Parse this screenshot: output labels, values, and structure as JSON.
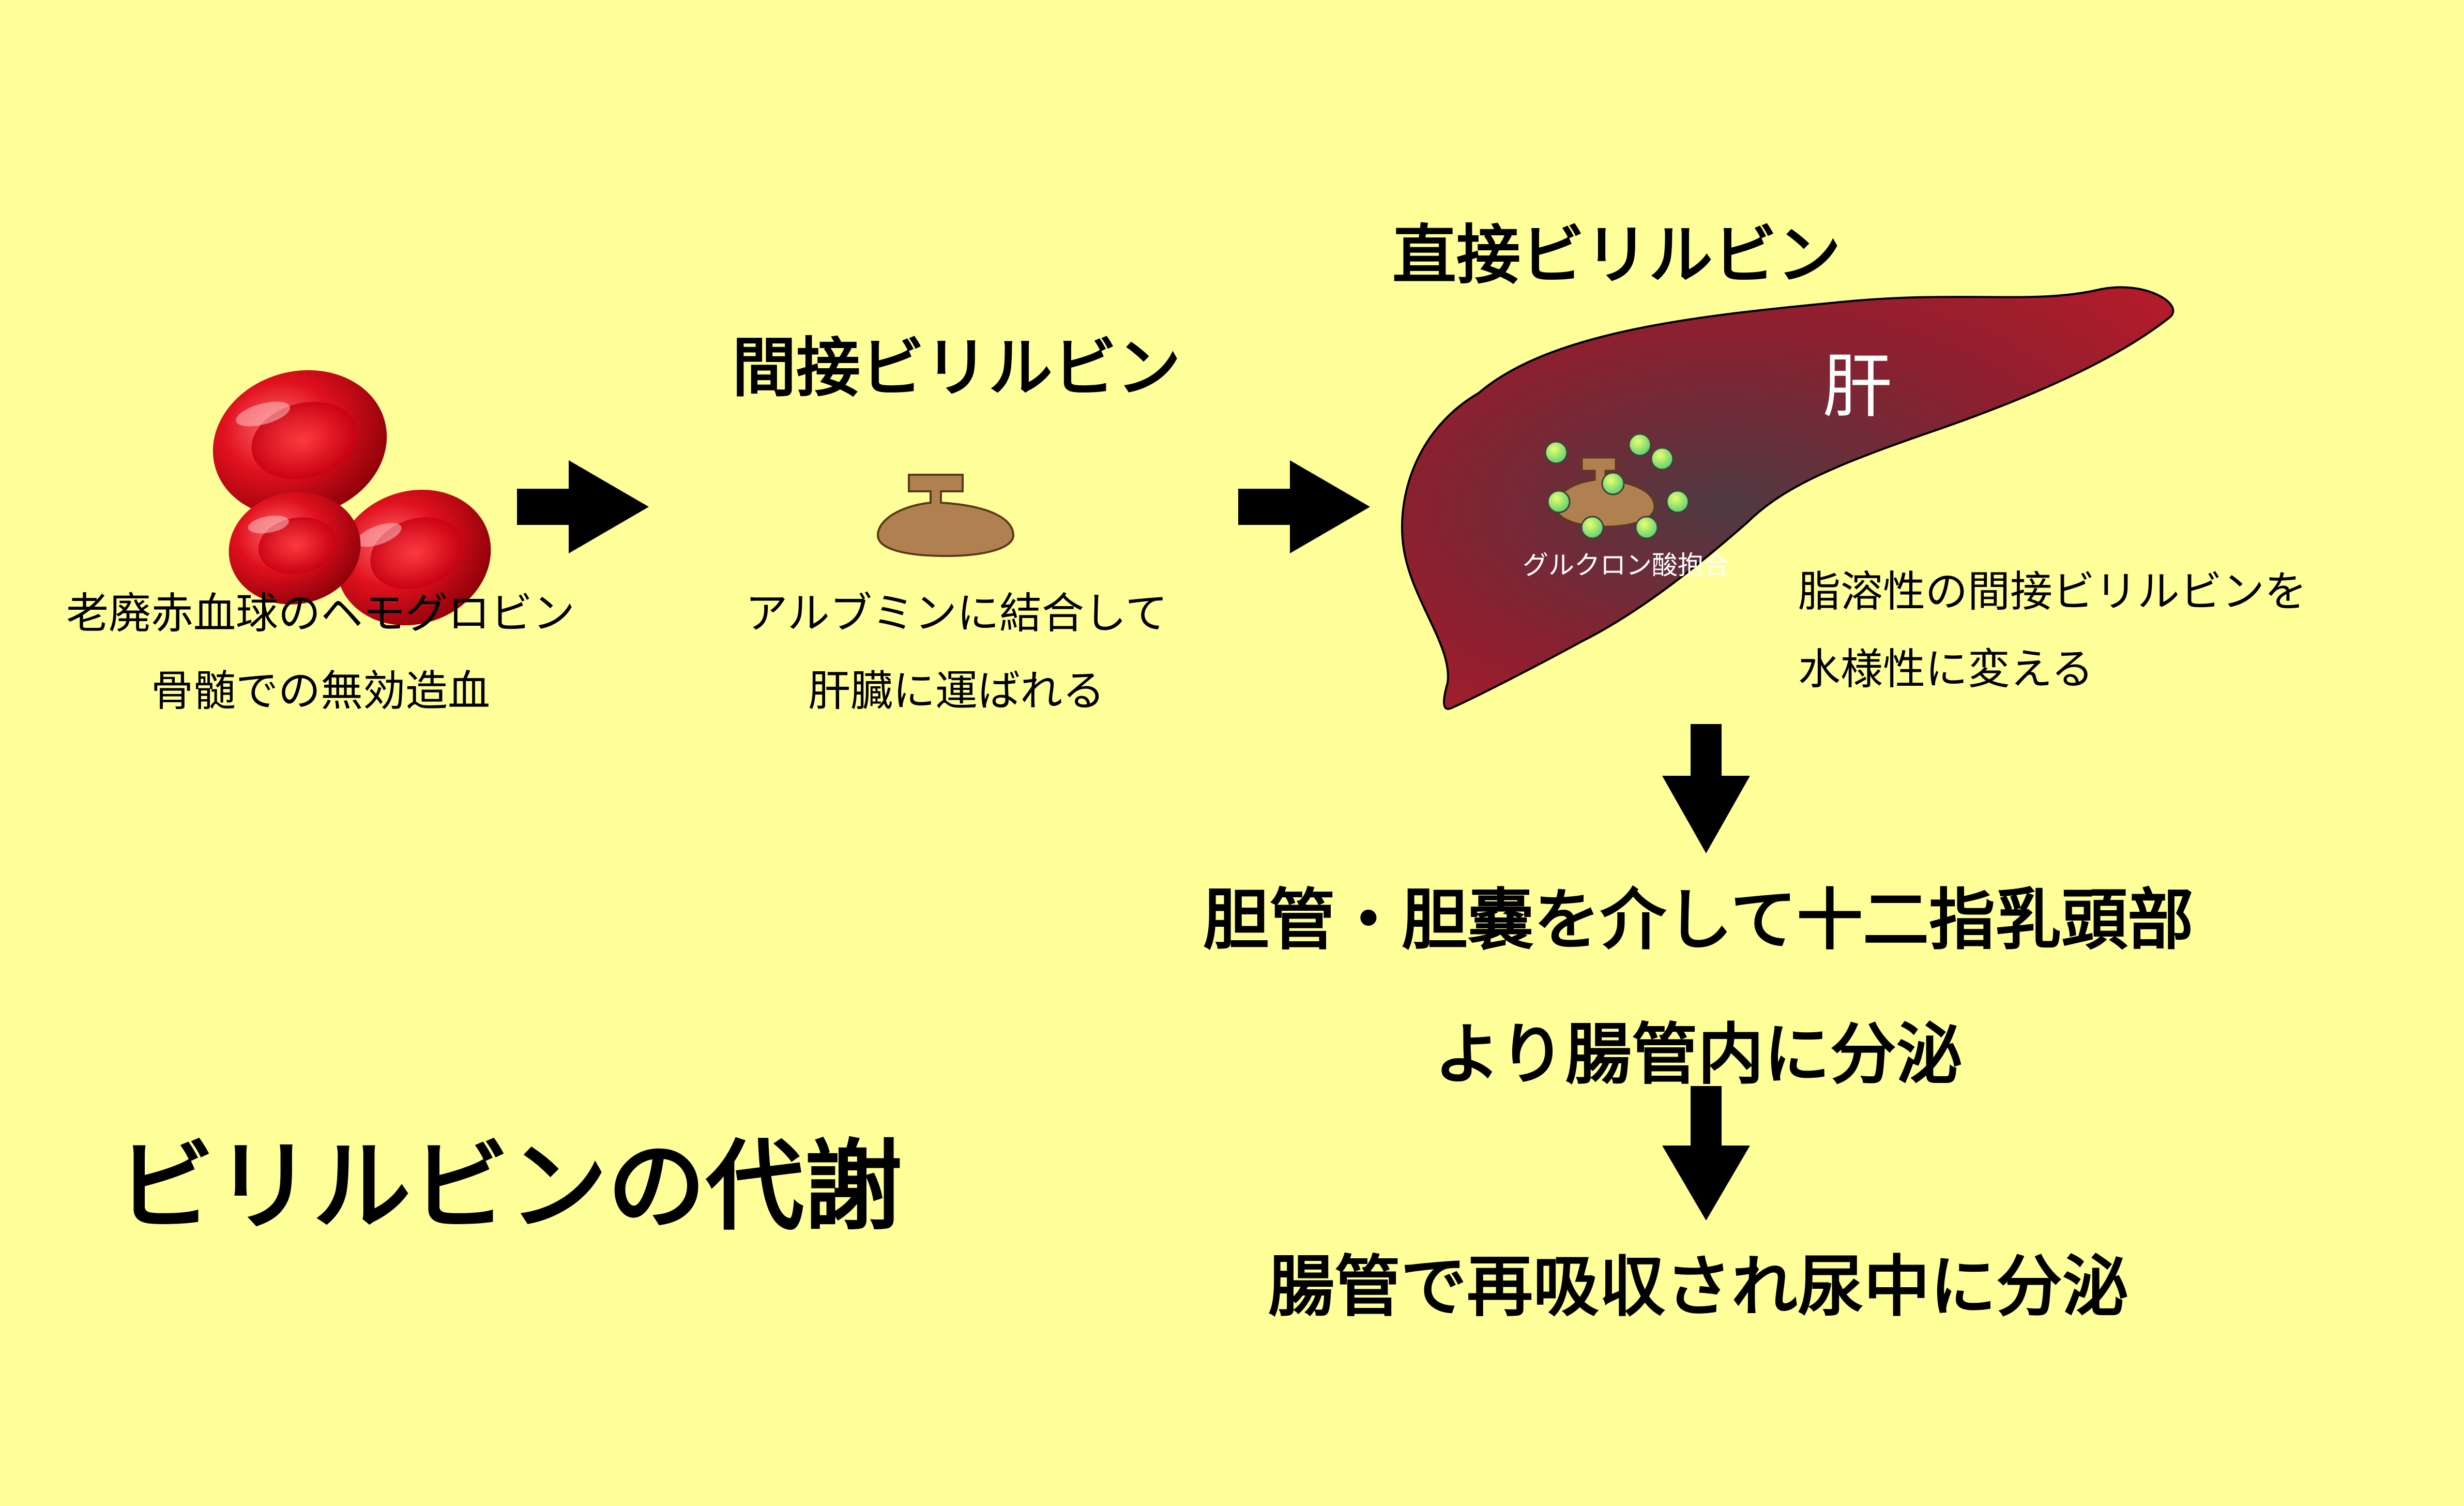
{
  "diagram": {
    "title": "ビリルビンの代謝",
    "step1": {
      "caption_line1": "老廃赤血球のヘモグロビン",
      "caption_line2": "骨髄での無効造血"
    },
    "step2": {
      "heading": "間接ビリルビン",
      "caption_line1": "アルブミンに結合して",
      "caption_line2": "肝臓に運ばれる"
    },
    "step3": {
      "heading": "直接ビリルビン",
      "organ_label": "肝",
      "conjugation_label": "グルクロン酸抱合",
      "note_line1": "脂溶性の間接ビリルビンを",
      "note_line2": "水様性に変える"
    },
    "step4": {
      "line1": "胆管・胆嚢を介して十二指乳頭部",
      "line2": "より腸管内に分泌"
    },
    "step5": {
      "text": "腸管で再吸収され尿中に分泌"
    },
    "colors": {
      "background": "#ffff99",
      "blood_cell": "#e0101e",
      "liver_light": "#b01a28",
      "liver_dark": "#5e2f3a",
      "albumin": "#b08050",
      "glucuronide": "#c8f000",
      "arrow": "#000000"
    },
    "icons": [
      "red-blood-cells-icon",
      "albumin-icon",
      "liver-icon",
      "glucuronide-conjugate-icon",
      "arrow-right-icon",
      "arrow-down-icon"
    ]
  }
}
